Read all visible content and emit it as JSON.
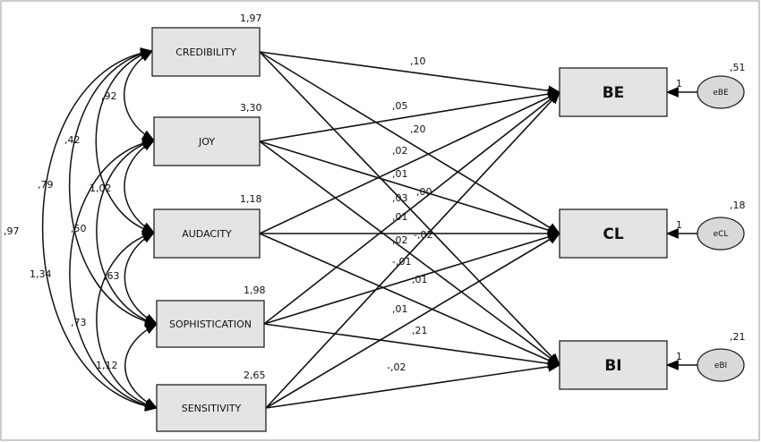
{
  "exogenous": [
    {
      "id": "credibility",
      "label": "CREDIBILITY",
      "variance": "1,97"
    },
    {
      "id": "joy",
      "label": "JOY",
      "variance": "3,30"
    },
    {
      "id": "audacity",
      "label": "AUDACITY",
      "variance": "1,18"
    },
    {
      "id": "sophistication",
      "label": "SOPHISTICATION",
      "variance": "1,98"
    },
    {
      "id": "sensitivity",
      "label": "SENSITIVITY",
      "variance": "2,65"
    }
  ],
  "endogenous": [
    {
      "id": "be",
      "label": "BE",
      "error_label": "eBE",
      "error_variance": ",51",
      "error_weight": "1"
    },
    {
      "id": "cl",
      "label": "CL",
      "error_label": "eCL",
      "error_variance": ",18",
      "error_weight": "1"
    },
    {
      "id": "bi",
      "label": "BI",
      "error_label": "eBI",
      "error_variance": ",21",
      "error_weight": "1"
    }
  ],
  "paths": [
    {
      "from": "credibility",
      "to": "be",
      "label": ",10"
    },
    {
      "from": "credibility",
      "to": "cl",
      "label": ",20"
    },
    {
      "from": "credibility",
      "to": "bi",
      "label": ",03"
    },
    {
      "from": "joy",
      "to": "be",
      "label": ",05"
    },
    {
      "from": "joy",
      "to": "cl",
      "label": ",01"
    },
    {
      "from": "joy",
      "to": "bi",
      "label": ",01"
    },
    {
      "from": "audacity",
      "to": "be",
      "label": ",02"
    },
    {
      "from": "audacity",
      "to": "cl",
      "label": ",00"
    },
    {
      "from": "audacity",
      "to": "bi",
      "label": "-,02"
    },
    {
      "from": "sophistication",
      "to": "be",
      "label": ",02"
    },
    {
      "from": "sophistication",
      "to": "cl",
      "label": "-,01"
    },
    {
      "from": "sophistication",
      "to": "bi",
      "label": ",21"
    },
    {
      "from": "sensitivity",
      "to": "be",
      "label": ",01"
    },
    {
      "from": "sensitivity",
      "to": "cl",
      "label": ",01"
    },
    {
      "from": "sensitivity",
      "to": "bi",
      "label": "-,02"
    }
  ],
  "covariances": [
    {
      "a": "credibility",
      "b": "joy",
      "label": ",92"
    },
    {
      "a": "joy",
      "b": "audacity",
      "label": "1,02"
    },
    {
      "a": "audacity",
      "b": "sophistication",
      "label": ",63"
    },
    {
      "a": "sophistication",
      "b": "sensitivity",
      "label": "1,12"
    },
    {
      "a": "credibility",
      "b": "audacity",
      "label": ",42"
    },
    {
      "a": "joy",
      "b": "sophistication",
      "label": ",50"
    },
    {
      "a": "audacity",
      "b": "sensitivity",
      "label": ",73"
    },
    {
      "a": "credibility",
      "b": "sophistication",
      "label": ",79"
    },
    {
      "a": "joy",
      "b": "sensitivity",
      "label": "1,34"
    },
    {
      "a": "credibility",
      "b": "sensitivity",
      "label": ",97"
    }
  ]
}
